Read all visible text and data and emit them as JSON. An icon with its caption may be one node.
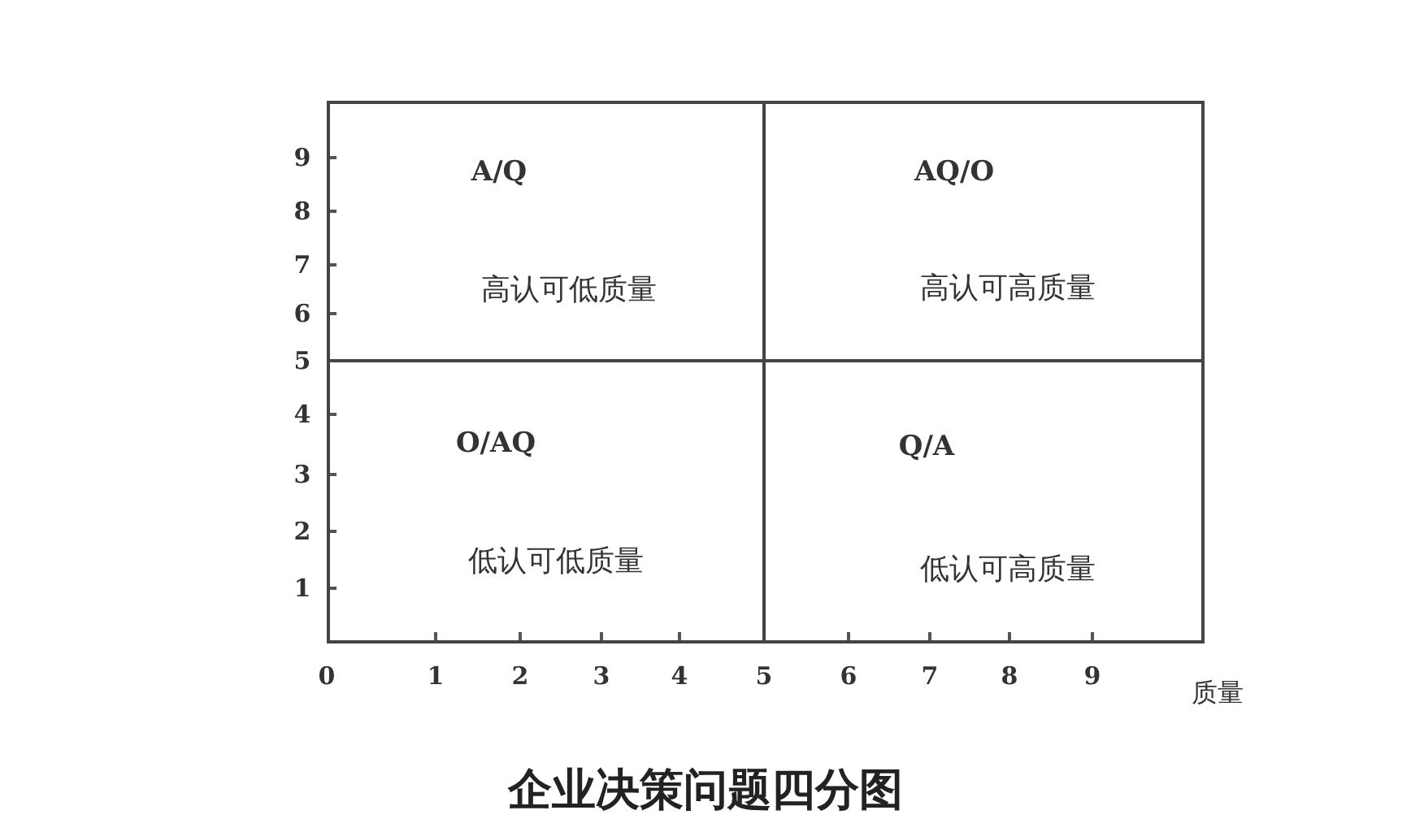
{
  "diagram": {
    "caption": "企业决策问题四分图",
    "nodes": [
      {
        "text": [
          "A/Q",
          "高认可低质量"
        ]
      },
      {
        "text": [
          "AQ/O",
          "高认可高质量"
        ]
      },
      {
        "text": [
          "O/AQ",
          "低认可低质量"
        ]
      },
      {
        "text": [
          "Q/A",
          "低认可高质量"
        ]
      }
    ],
    "labels": [
      "9",
      "8",
      "7",
      "6",
      "5",
      "4",
      "3",
      "2",
      "1",
      "0",
      "1",
      "2",
      "3",
      "4",
      "5",
      "6",
      "7",
      "8",
      "9",
      "质量"
    ]
  }
}
